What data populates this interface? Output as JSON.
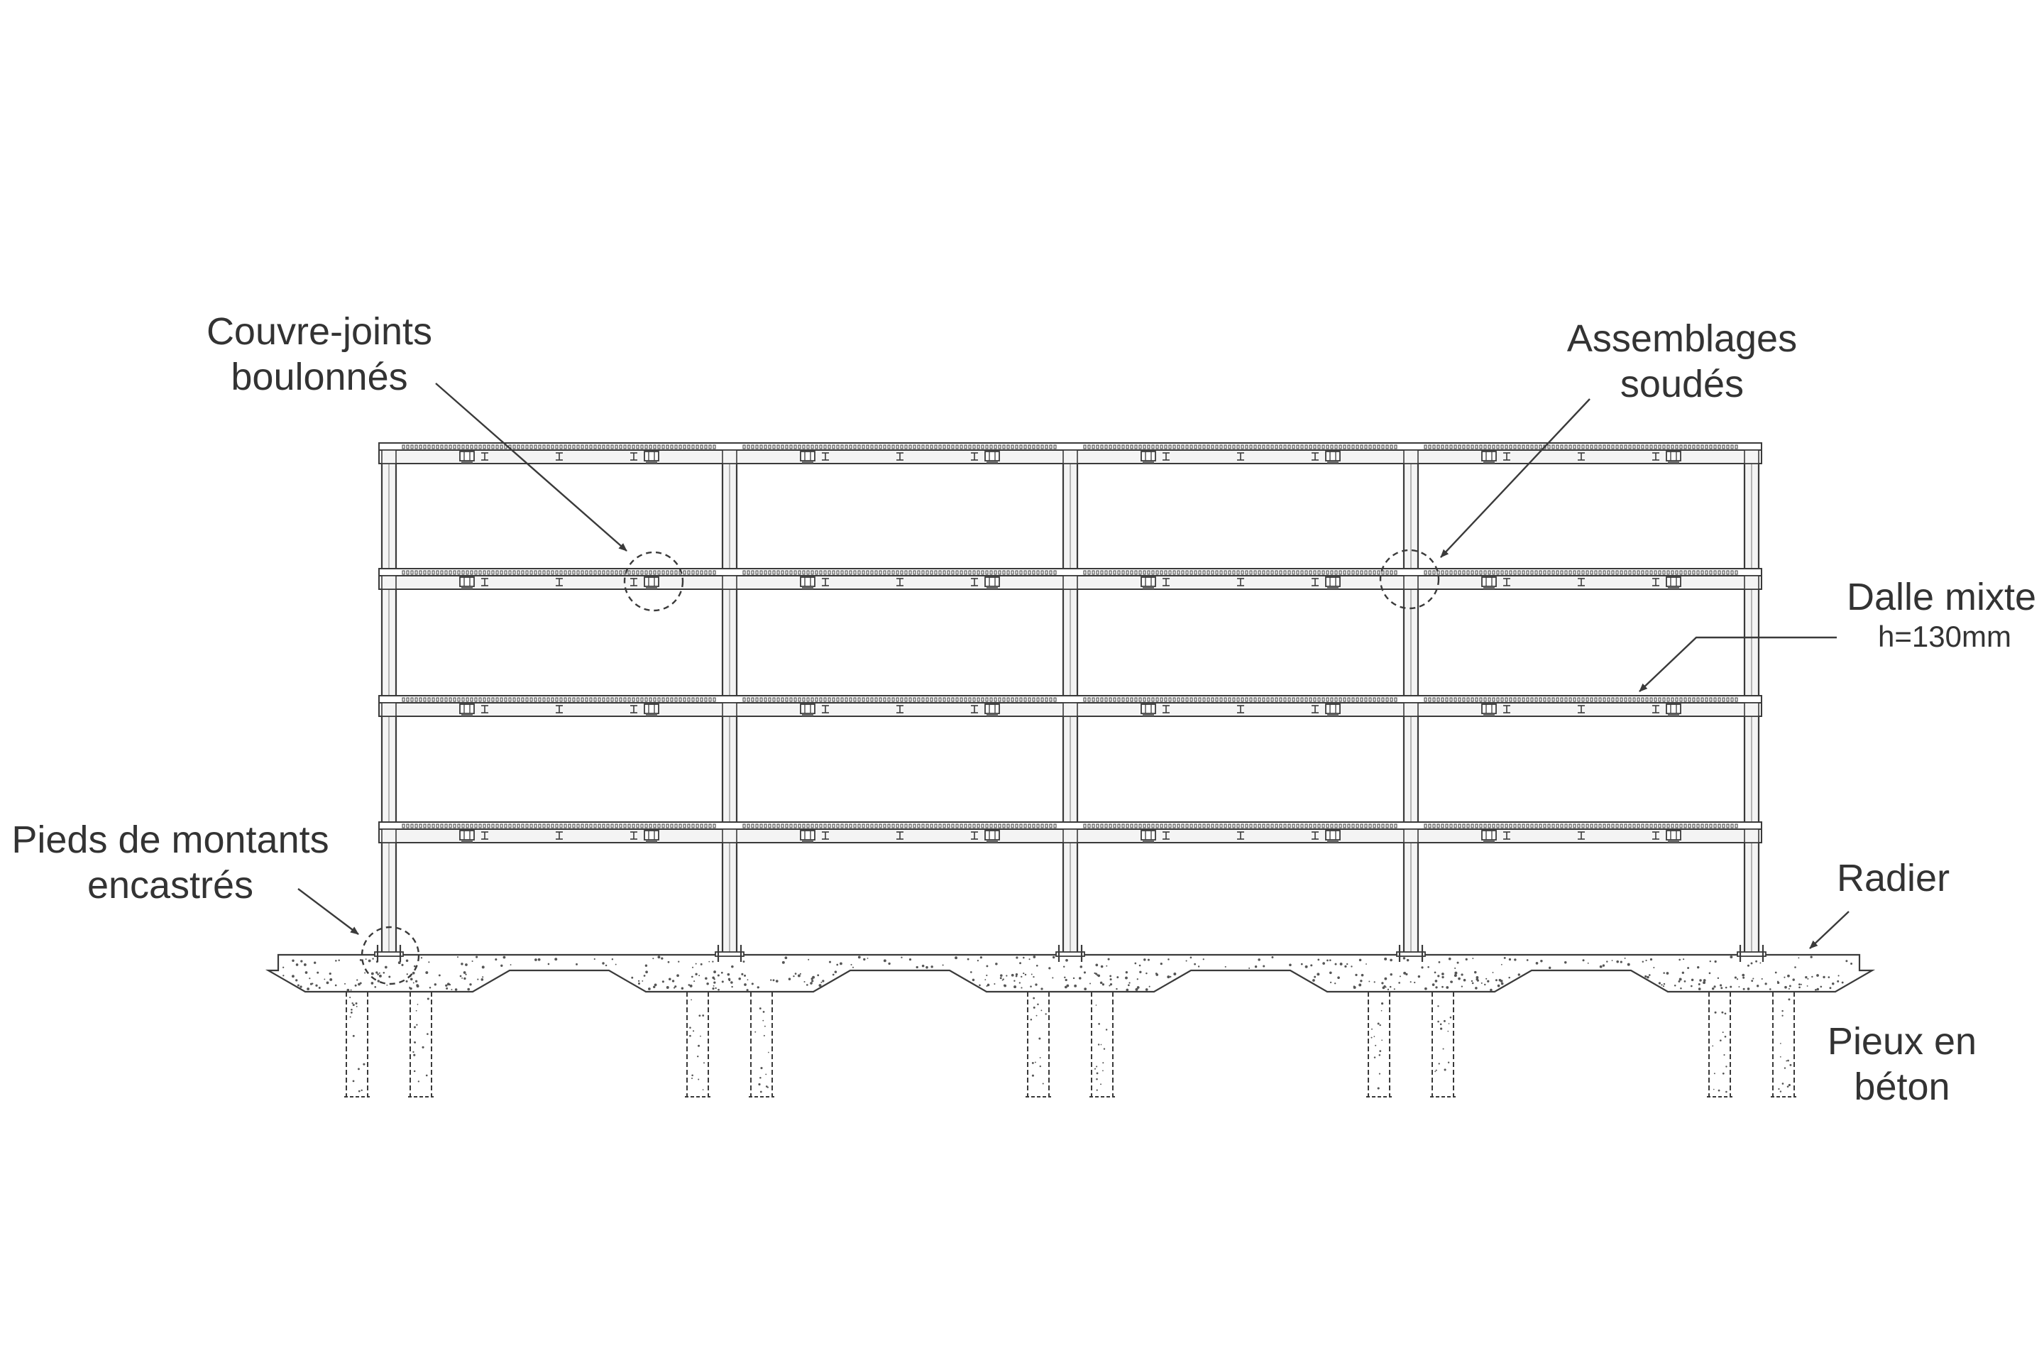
{
  "colors": {
    "line": "#3a3a3a",
    "member_fill": "#f4f4f4",
    "concrete_dot": "#555555",
    "label": "#333333",
    "background": "#ffffff"
  },
  "labels": {
    "couvre_joints": [
      "Couvre-joints",
      "boulonnés"
    ],
    "assemblages": [
      "Assemblages",
      "soudés"
    ],
    "dalle": [
      "Dalle mixte",
      "h=130mm"
    ],
    "pieds": [
      "Pieds de montants",
      "encastrés"
    ],
    "radier": "Radier",
    "pieux": [
      "Pieux en",
      "béton"
    ]
  },
  "structure": {
    "bays": 4,
    "storeys": 4,
    "slab_thickness_label": "h=130mm"
  }
}
